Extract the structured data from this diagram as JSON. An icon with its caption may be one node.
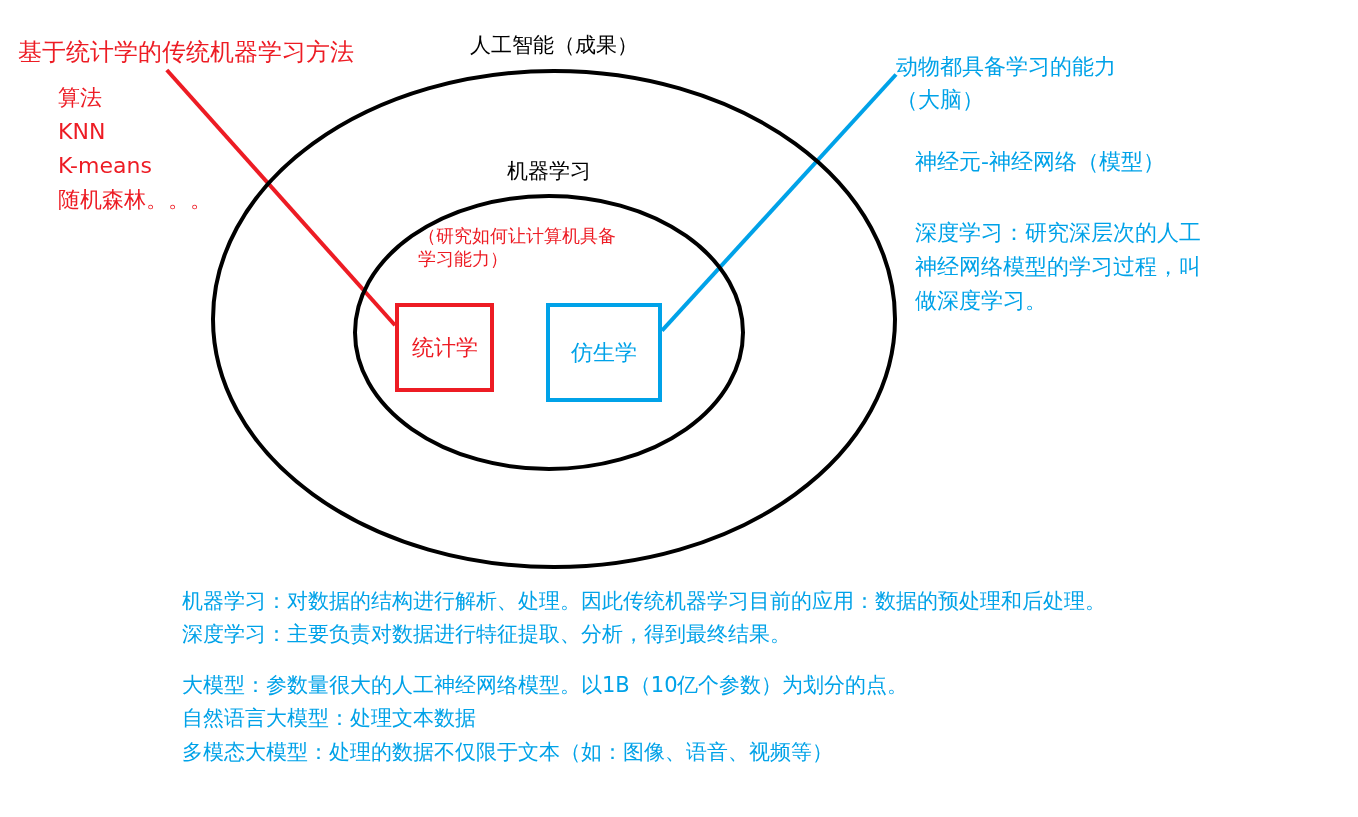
{
  "diagram": {
    "nodes": [
      {
        "text": [
          "人工智能（成果）"
        ]
      },
      {
        "text": [
          "机器学习",
          "（研究如何让计算机具备学习能力）"
        ],
        "in": 0
      },
      {
        "text": [
          "统计学"
        ],
        "in": 1
      },
      {
        "text": [
          "仿生学"
        ],
        "in": 1
      },
      {
        "text": [
          "基于统计学的传统机器学习方法"
        ]
      },
      {
        "text": [
          "动物都具备学习的能力（大脑）"
        ]
      }
    ],
    "edges": [
      {
        "from": 4,
        "to": 2,
        "arrow": "none",
        "color": "#ed1c24"
      },
      {
        "from": 5,
        "to": 3,
        "arrow": "none",
        "color": "#00a2e8"
      }
    ],
    "labels": [
      "算法",
      "KNN",
      "K-means",
      "随机森林。。。",
      "神经元-神经网络（模型）",
      "深度学习：研究深层次的人工神经网络模型的学习过程，叫做深度学习。",
      "机器学习：对数据的结构进行解析、处理。因此传统机器学习目前的应用：数据的预处理和后处理。",
      "深度学习：主要负责对数据进行特征提取、分析，得到最终结果。",
      "大模型：参数量很大的人工神经网络模型。以1B（10亿个参数）为划分的点。",
      "自然语言大模型：处理文本数据",
      "多模态大模型：处理的数据不仅限于文本（如：图像、语音、视频等）"
    ]
  }
}
